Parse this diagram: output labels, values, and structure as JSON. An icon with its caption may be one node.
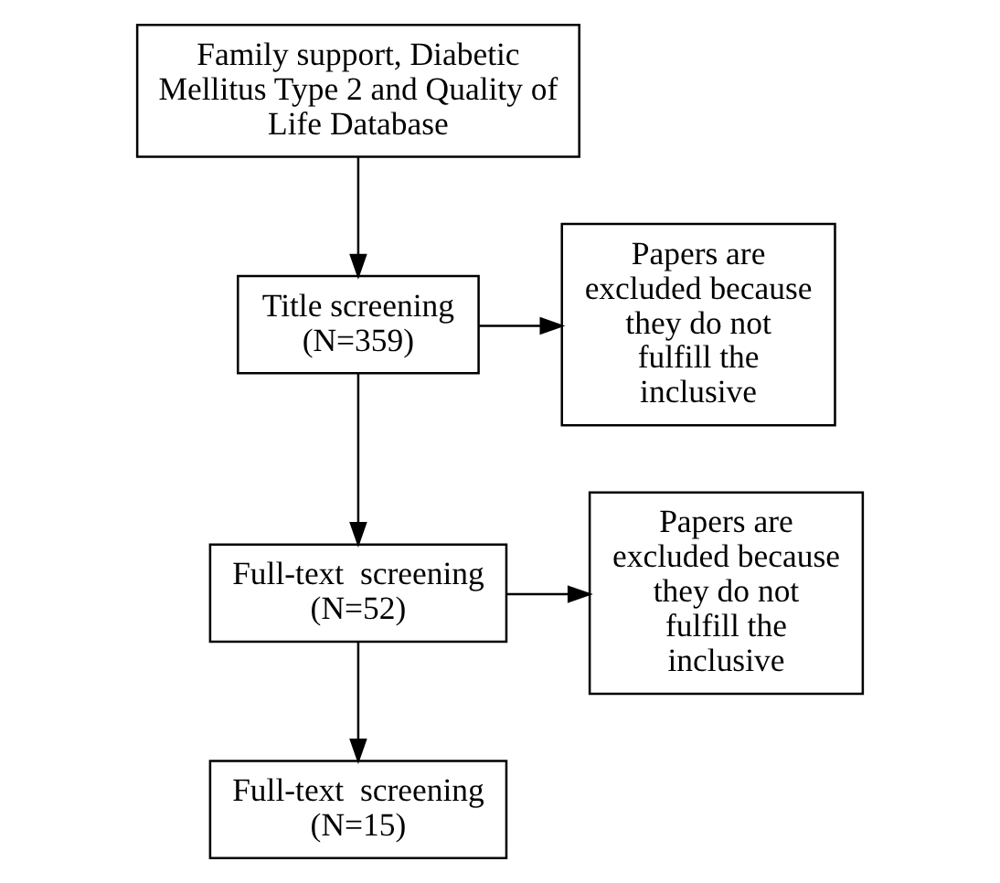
{
  "diagram": {
    "nodes": [
      {
        "text": [
          "Family support, Diabetic Mellitus Type 2 and Quality of Life Database"
        ]
      },
      {
        "text": [
          "Title screening (N=359)"
        ]
      },
      {
        "text": [
          "Papers are excluded because they do not fulfill the inclusive"
        ]
      },
      {
        "text": [
          "Full-text  screening (N=52)"
        ]
      },
      {
        "text": [
          "Papers are excluded because they do not fulfill the inclusive"
        ]
      },
      {
        "text": [
          "Full-text  screening (N=15)"
        ]
      }
    ],
    "edges": [
      {
        "from": 0,
        "to": 1,
        "arrow": "to"
      },
      {
        "from": 1,
        "to": 3,
        "arrow": "to"
      },
      {
        "from": 1,
        "to": 2,
        "arrow": "to"
      },
      {
        "from": 3,
        "to": 5,
        "arrow": "to"
      },
      {
        "from": 3,
        "to": 4,
        "arrow": "to"
      }
    ]
  }
}
